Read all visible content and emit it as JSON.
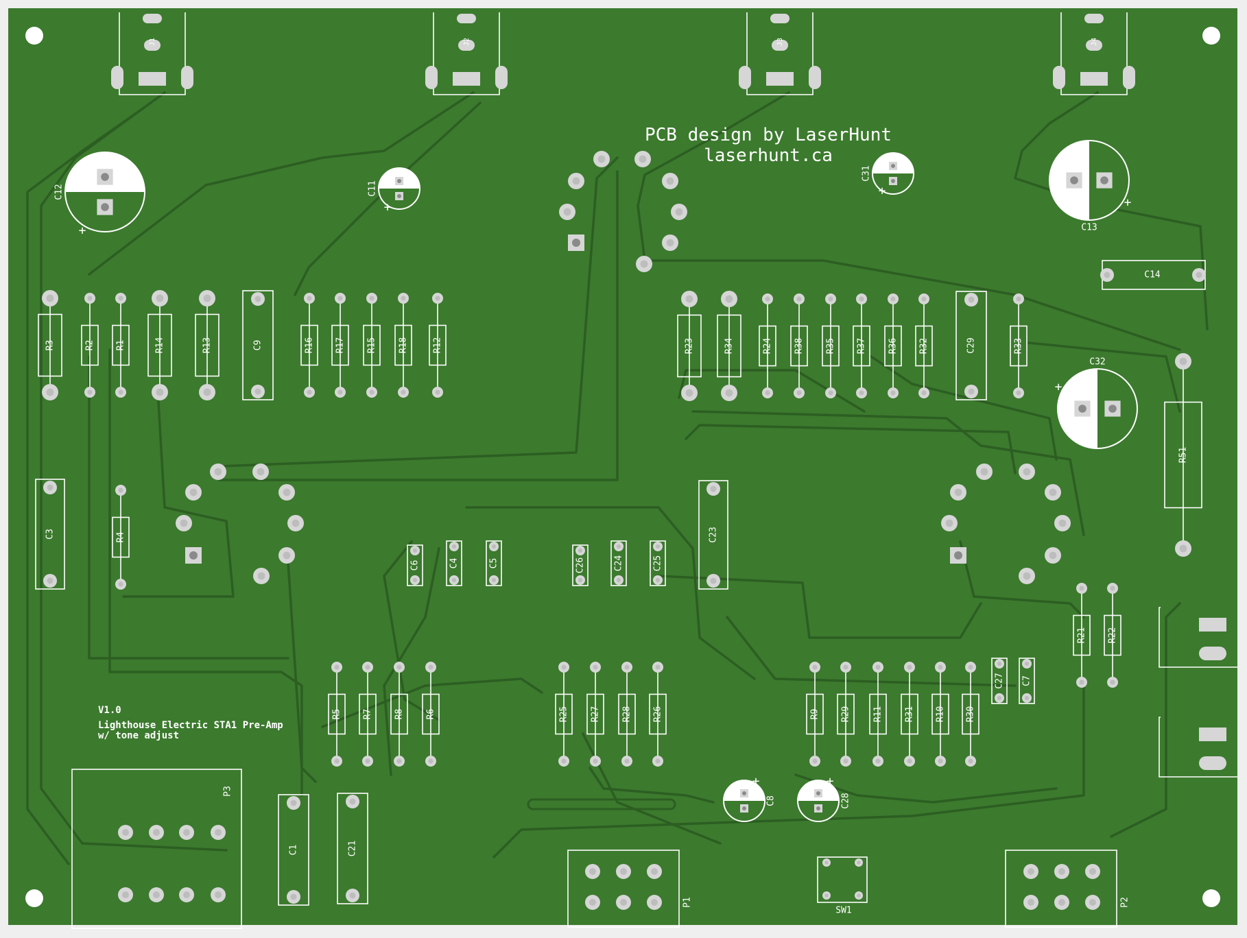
{
  "board": {
    "credit_line1": "PCB design by LaserHunt",
    "credit_line2": "laserhunt.ca",
    "version": "V1.0",
    "product_line1": "Lighthouse Electric STA1 Pre-Amp",
    "product_line2": "w/ tone adjust",
    "colors": {
      "background": "#efefef",
      "board": "#3c7a2e",
      "trace": "#2c5e22",
      "silkscreen": "#ffffff",
      "pad": "#d6d6d6"
    }
  },
  "jacks_top": [
    "J1",
    "J2",
    "J3",
    "J4"
  ],
  "pots": [
    "pot-left-top",
    "pot-center-top",
    "pot-left-mid",
    "pot-right-mid"
  ],
  "resistors_left": [
    "R3",
    "R2",
    "R1",
    "R14",
    "R13",
    "R16",
    "R17",
    "R15",
    "R18",
    "R12"
  ],
  "resistors_right": [
    "R23",
    "R34",
    "R24",
    "R38",
    "R35",
    "R37",
    "R36",
    "R32",
    "R33"
  ],
  "resistors_bottom_left": [
    "R5",
    "R7",
    "R8",
    "R6"
  ],
  "resistors_bottom_mid": [
    "R25",
    "R27",
    "R28",
    "R26"
  ],
  "resistors_bottom_right": [
    "R9",
    "R29",
    "R11",
    "R31",
    "R10",
    "R30"
  ],
  "resistors_misc": [
    "R4",
    "R21",
    "R22",
    "R51"
  ],
  "caps_film": [
    "C9",
    "C29",
    "C3",
    "C23",
    "C14",
    "C1",
    "C21"
  ],
  "caps_small": [
    "C6",
    "C4",
    "C5",
    "C26",
    "C24",
    "C25",
    "C27",
    "C7"
  ],
  "caps_electrolytic": [
    "C12",
    "C11",
    "C31",
    "C13",
    "C32",
    "C8",
    "C28"
  ],
  "connectors": [
    "P1",
    "P2",
    "P3",
    "SW1"
  ]
}
